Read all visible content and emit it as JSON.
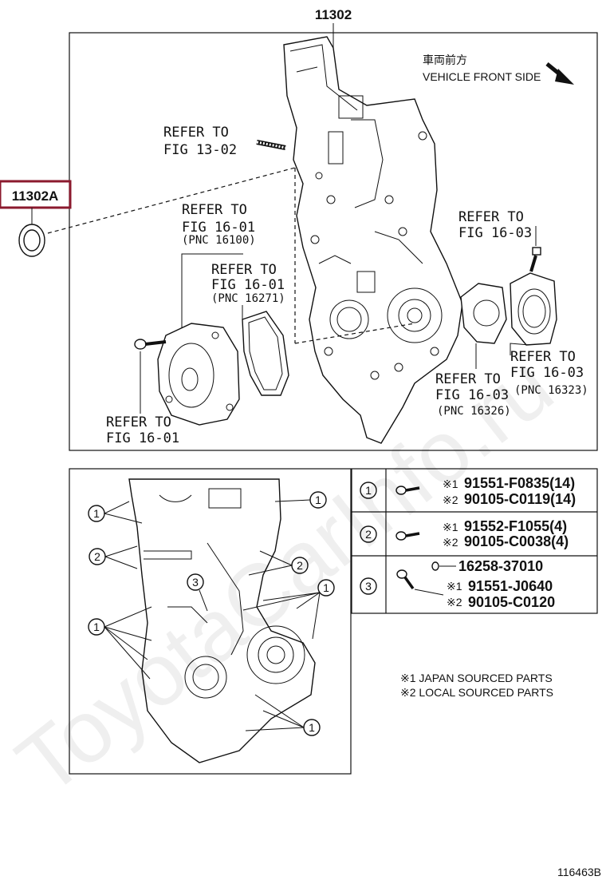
{
  "main_part_number": "11302",
  "highlighted_part_number": "11302A",
  "vehicle_front": {
    "jp": "車両前方",
    "en": "VEHICLE FRONT SIDE"
  },
  "refs": {
    "r1302": [
      "REFER TO",
      "FIG 13-02"
    ],
    "r1601a": [
      "REFER TO",
      "FIG 16-01",
      "(PNC 16100)"
    ],
    "r1601b": [
      "REFER TO",
      "FIG 16-01",
      "(PNC 16271)"
    ],
    "r1601c": [
      "REFER TO",
      "FIG 16-01"
    ],
    "r1603a": [
      "REFER TO",
      "FIG 16-03"
    ],
    "r1603b": [
      "REFER TO",
      "FIG 16-03",
      "(PNC 16323)"
    ],
    "r1603c": [
      "REFER TO",
      "FIG 16-03",
      "(PNC 16326)"
    ]
  },
  "bolt_table": [
    {
      "num": "1",
      "lines": [
        {
          "mark": "※1",
          "part": "91551-F0835(14)"
        },
        {
          "mark": "※2",
          "part": "90105-C0119(14)"
        }
      ]
    },
    {
      "num": "2",
      "lines": [
        {
          "mark": "※1",
          "part": "91552-F1055(4)"
        },
        {
          "mark": "※2",
          "part": "90105-C0038(4)"
        }
      ]
    },
    {
      "num": "3",
      "lines": [
        {
          "mark": "",
          "part": "16258-37010"
        },
        {
          "mark": "※1",
          "part": "91551-J0640"
        },
        {
          "mark": "※2",
          "part": "90105-C0120"
        }
      ]
    }
  ],
  "legend": [
    "※1 JAPAN SOURCED PARTS",
    "※2 LOCAL SOURCED PARTS"
  ],
  "figure_id": "116463B",
  "watermark": "ToyotaCarInfo.ru",
  "colors": {
    "highlight_border": "#8b1a2e",
    "ink": "#111111"
  }
}
